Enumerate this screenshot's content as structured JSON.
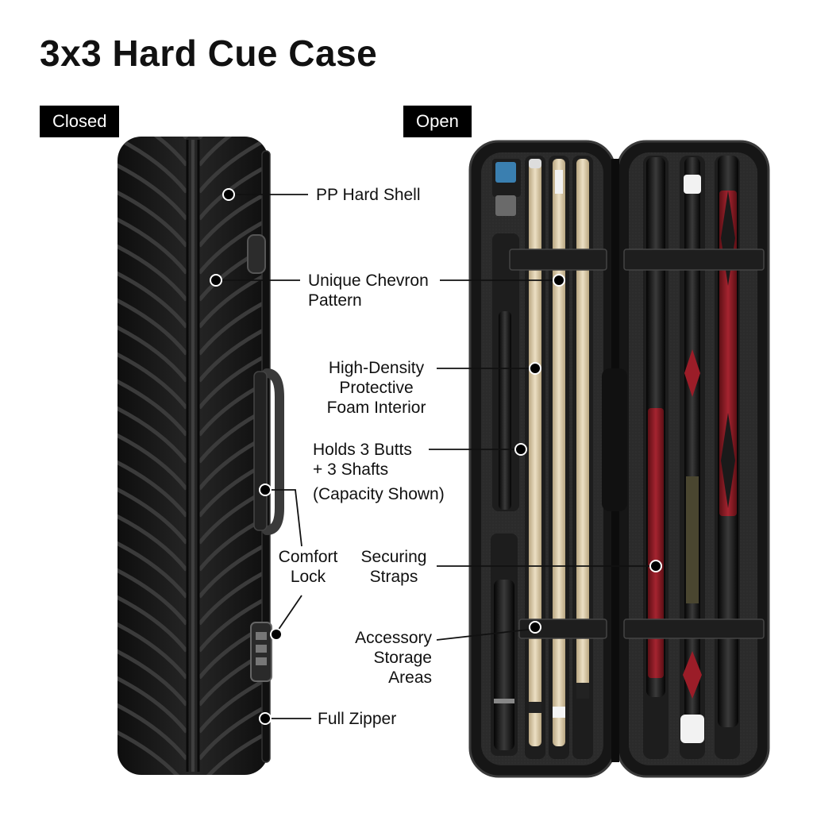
{
  "title": "3x3 Hard Cue Case",
  "views": {
    "closed": "Closed",
    "open": "Open"
  },
  "callouts": {
    "pp_shell": [
      "PP Hard Shell"
    ],
    "chevron": [
      "Unique Chevron",
      "Pattern"
    ],
    "foam": [
      "High-Density",
      "Protective",
      "Foam Interior"
    ],
    "holds": [
      "Holds 3 Butts",
      "+ 3 Shafts",
      "(Capacity Shown)"
    ],
    "comfort_lock": [
      "Comfort",
      "Lock"
    ],
    "straps": [
      "Securing",
      "Straps"
    ],
    "accessory": [
      "Accessory",
      "Storage",
      "Areas"
    ],
    "zipper": [
      "Full Zipper"
    ]
  },
  "colors": {
    "shell": "#1b1b1b",
    "foam": "#2a2a2a",
    "maple": "#d9c9a8",
    "cue_red": "#8c1a22",
    "chalk_blue": "#3a7fb0",
    "strap": "#1e1e1e"
  }
}
